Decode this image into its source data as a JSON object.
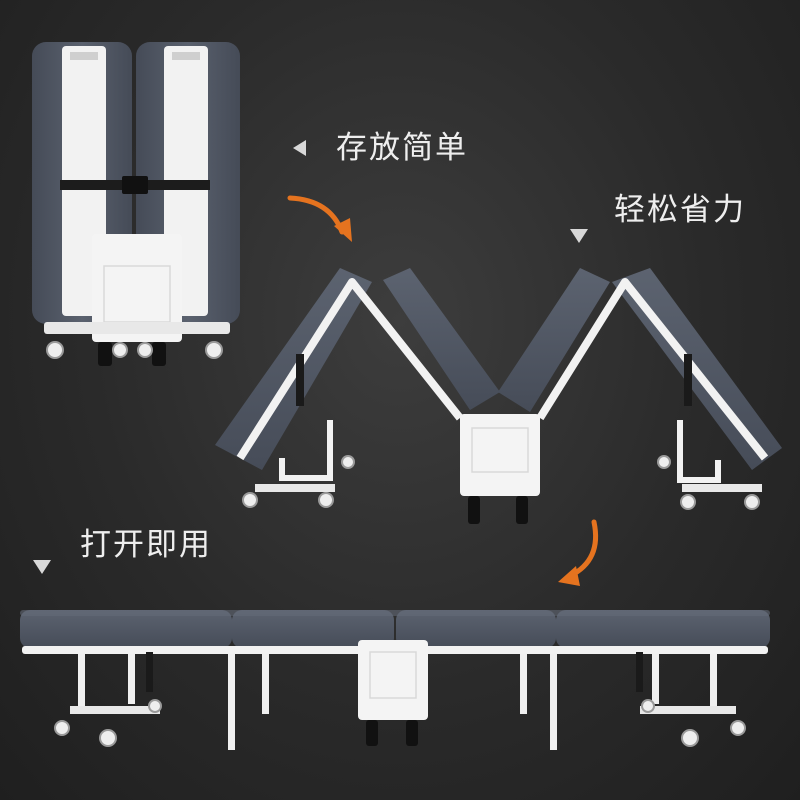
{
  "captions": {
    "storage": "存放简单",
    "effortless": "轻松省力",
    "open_and_use": "打开即用"
  },
  "colors": {
    "background": "#2a2a2a",
    "cushion": "#4f5663",
    "frame": "#f2f2f2",
    "arrow": "#e5731f",
    "text": "#eeeeee"
  },
  "icons": {
    "marker_left": "triangle-left-icon",
    "marker_down": "triangle-down-icon",
    "flow_arrow": "curved-arrow-icon"
  }
}
